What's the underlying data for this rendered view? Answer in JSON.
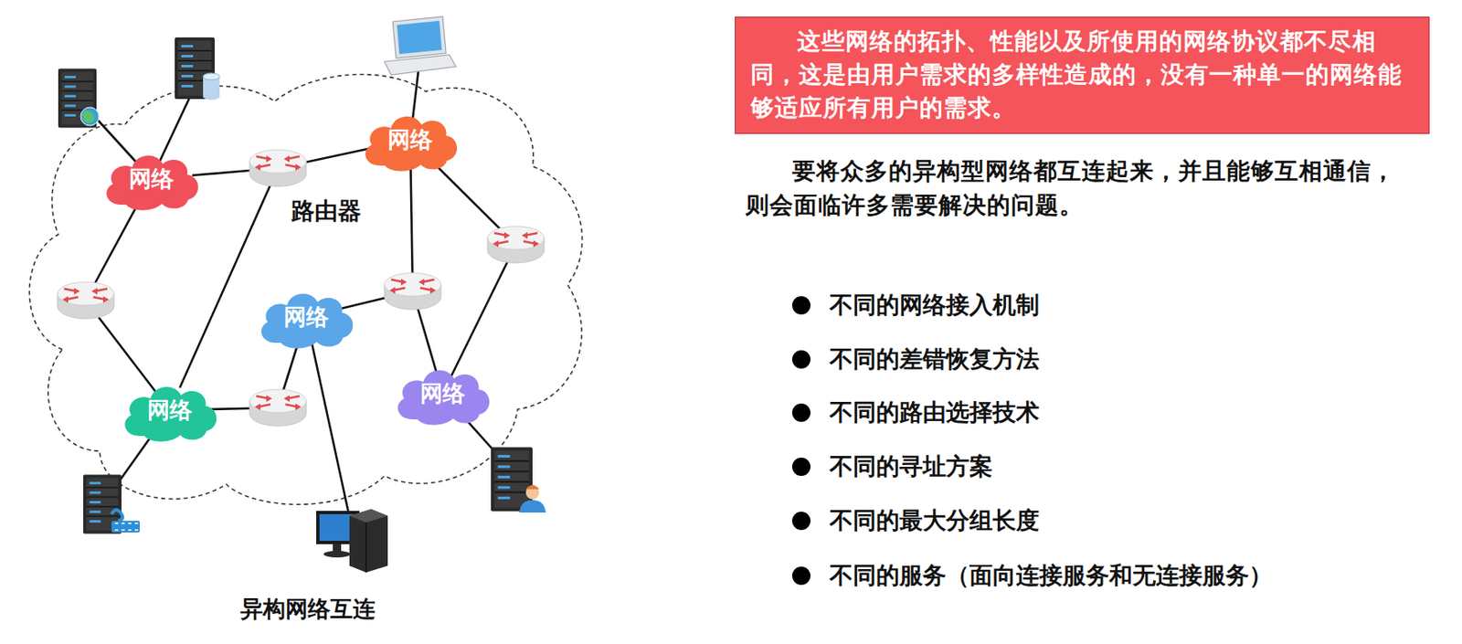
{
  "diagram": {
    "caption": "异构网络互连",
    "nodes": [
      {
        "text": [
          "网络"
        ]
      },
      {
        "text": [
          "路由器"
        ]
      },
      {
        "text": [
          "网络"
        ]
      },
      {
        "text": [
          "网络"
        ]
      },
      {
        "text": [
          "网络"
        ]
      },
      {
        "text": [
          "网络"
        ]
      },
      {
        "text": [
          "这些网络的拓扑、性能以及所使用的网络协议都不尽相同，这是由用户需求的多样性造成的，没有一种单一的网络能够适应所有用户的需求。"
        ]
      }
    ],
    "edges": [
      {
        "from": 0,
        "to": 1,
        "arrow": "none"
      },
      {
        "from": 1,
        "to": 2,
        "arrow": "none"
      },
      {
        "from": 1,
        "to": 4,
        "arrow": "none"
      }
    ],
    "labels": [
      "要将众多的异构型网络都互连起来，并且能够互相通信，则会面临许多需要解决的问题。",
      "不同的网络接入机制",
      "不同的差错恢复方法",
      "不同的路由选择技术",
      "不同的寻址方案",
      "不同的最大分组长度",
      "不同的服务（面向连接服务和无连接服务）"
    ]
  }
}
